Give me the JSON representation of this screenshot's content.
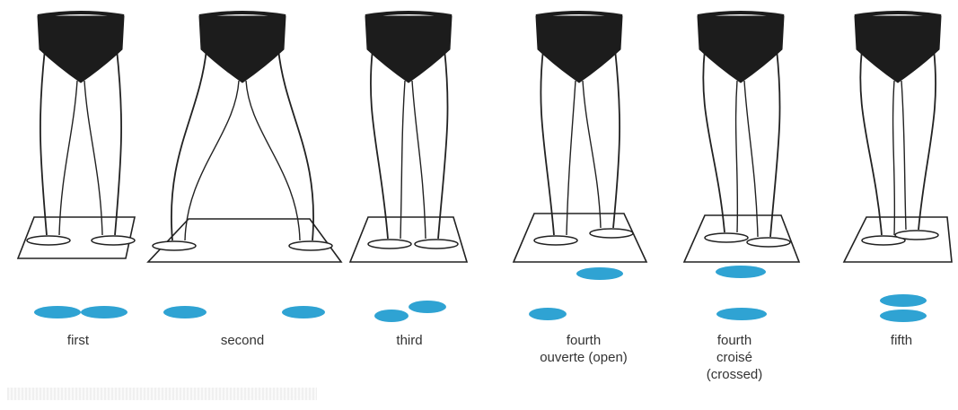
{
  "colors": {
    "footprint": "#2fa3d3",
    "ink": "#222222",
    "brief": "#1c1c1c",
    "caption": "#333333"
  },
  "positions": [
    {
      "id": "first",
      "label_lines": [
        "first"
      ]
    },
    {
      "id": "second",
      "label_lines": [
        "second"
      ]
    },
    {
      "id": "third",
      "label_lines": [
        "third"
      ]
    },
    {
      "id": "fourth-open",
      "label_lines": [
        "fourth",
        "ouverte (open)"
      ]
    },
    {
      "id": "fourth-crossed",
      "label_lines": [
        "fourth",
        "croisé",
        "(crossed)"
      ]
    },
    {
      "id": "fifth",
      "label_lines": [
        "fifth"
      ]
    }
  ]
}
